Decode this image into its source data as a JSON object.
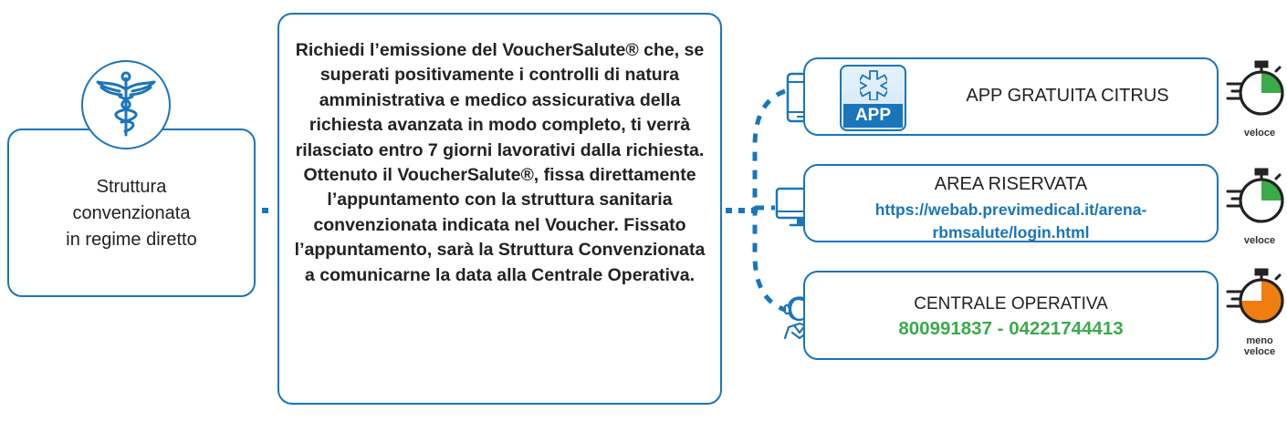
{
  "left_card": {
    "line1": "Struttura",
    "line2": "convenzionata",
    "line3": "in regime diretto",
    "icon": "caduceus-icon"
  },
  "center_card": {
    "text": "Richiedi l’emissione del VoucherSalute® che, se superati positivamente i controlli di natura amministrativa e medico assicurativa della richiesta avanzata in modo completo, ti verrà rilasciato entro 7 giorni lavorativi dalla richiesta. Ottenuto il VoucherSalute®, fissa direttamente l’appuntamento con la struttura sanitaria convenzionata indicata nel Voucher. Fissato l’appuntamento, sarà la Struttura Convenzionata a comunicarne la data alla Centrale Operativa."
  },
  "channels": [
    {
      "id": "app",
      "title": "APP GRATUITA CITRUS",
      "badge": "APP",
      "device_icon": "smartphone-icon",
      "timer_label": "veloce",
      "timer_color": "#3bab4a"
    },
    {
      "id": "area",
      "title": "AREA RISERVATA",
      "link_line1": "https://webab.previmedical.it/arena-",
      "link_line2": "rbmsalute/login.html",
      "device_icon": "monitor-icon",
      "timer_label": "veloce",
      "timer_color": "#3bab4a"
    },
    {
      "id": "co",
      "title": "CENTRALE OPERATIVA",
      "phones": "800991837 - 04221744413",
      "device_icon": "headset-operator-icon",
      "timer_label_1": "meno",
      "timer_label_2": "veloce",
      "timer_color": "#f07d10"
    }
  ],
  "colors": {
    "border": "#1a75bb",
    "link": "#1a75bb",
    "phone": "#3bab4a",
    "timer_green": "#3bab4a",
    "timer_orange": "#f07d10"
  }
}
